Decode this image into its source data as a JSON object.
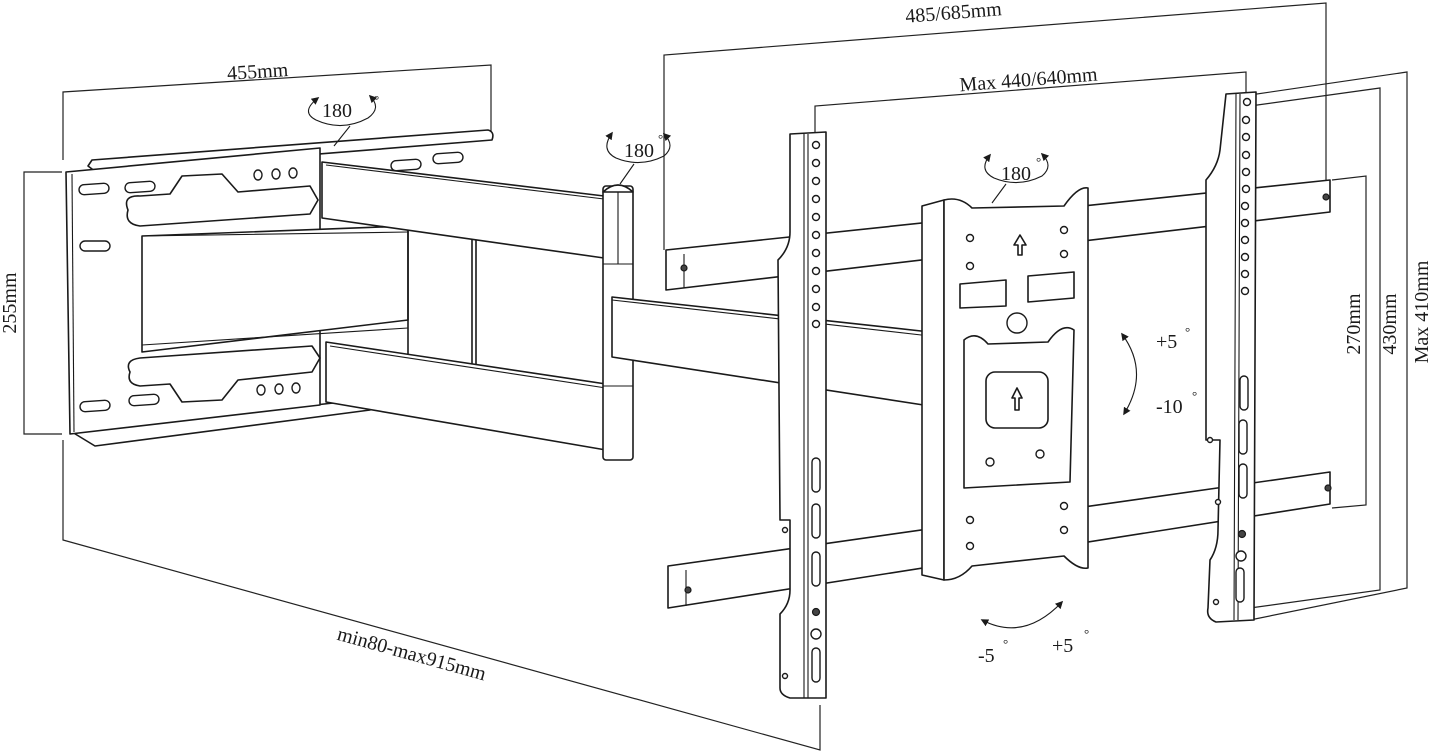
{
  "diagram": {
    "subject": "Full-motion TV wall mount bracket",
    "dimensions": {
      "wall_plate_width": "455mm",
      "wall_plate_height": "255mm",
      "extension": "min80-max915mm",
      "tv_rail_span": "485/685mm",
      "vesa_max_horizontal": "Max 440/640mm",
      "rail_spacing": "270mm",
      "rail_length": "430mm",
      "vesa_max_vertical": "Max 410mm"
    },
    "rotations": {
      "wall_pivot": {
        "value": "180",
        "unit": "°"
      },
      "arm_pivot": {
        "value": "180",
        "unit": "°"
      },
      "head_swivel": {
        "value": "180",
        "unit": "°"
      }
    },
    "tilt": {
      "up": {
        "value": "+5",
        "unit": "°"
      },
      "down": {
        "value": "-10",
        "unit": "°"
      }
    },
    "level_adjust": {
      "left": {
        "value": "-5",
        "unit": "°"
      },
      "right": {
        "value": "+5",
        "unit": "°"
      }
    }
  }
}
